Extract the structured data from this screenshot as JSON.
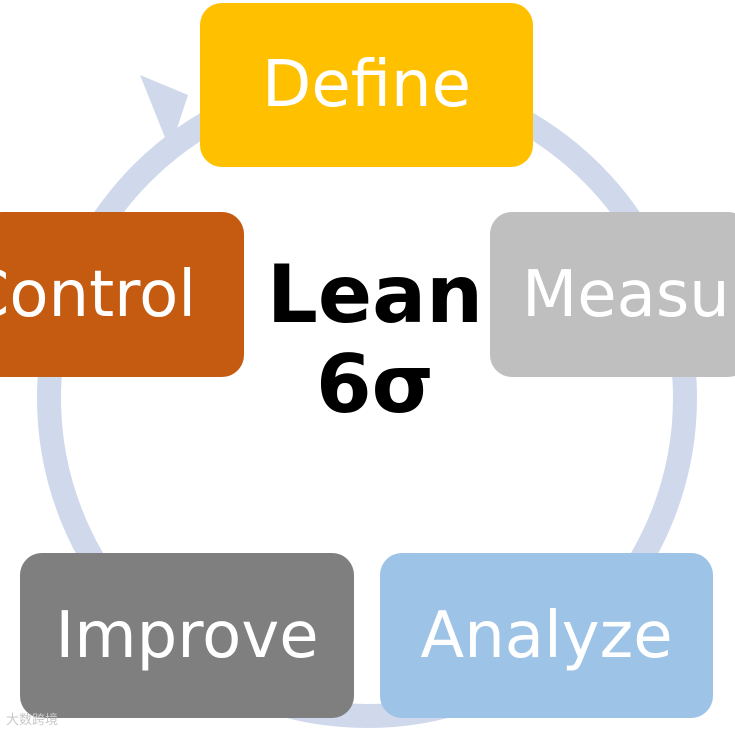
{
  "stages": [
    {
      "label": "Define",
      "color": "#FFC000"
    },
    {
      "label": "Measure",
      "color": "#BFBFBF"
    },
    {
      "label": "Analyze",
      "color": "#9DC3E6"
    },
    {
      "label": "Improve",
      "color": "#7F7F7F"
    },
    {
      "label": "Control",
      "color": "#C55A11"
    }
  ],
  "center": {
    "line1": "Lean",
    "line2": "6σ"
  },
  "ring_color": "#D0D8EC",
  "watermark": "大数跨境"
}
